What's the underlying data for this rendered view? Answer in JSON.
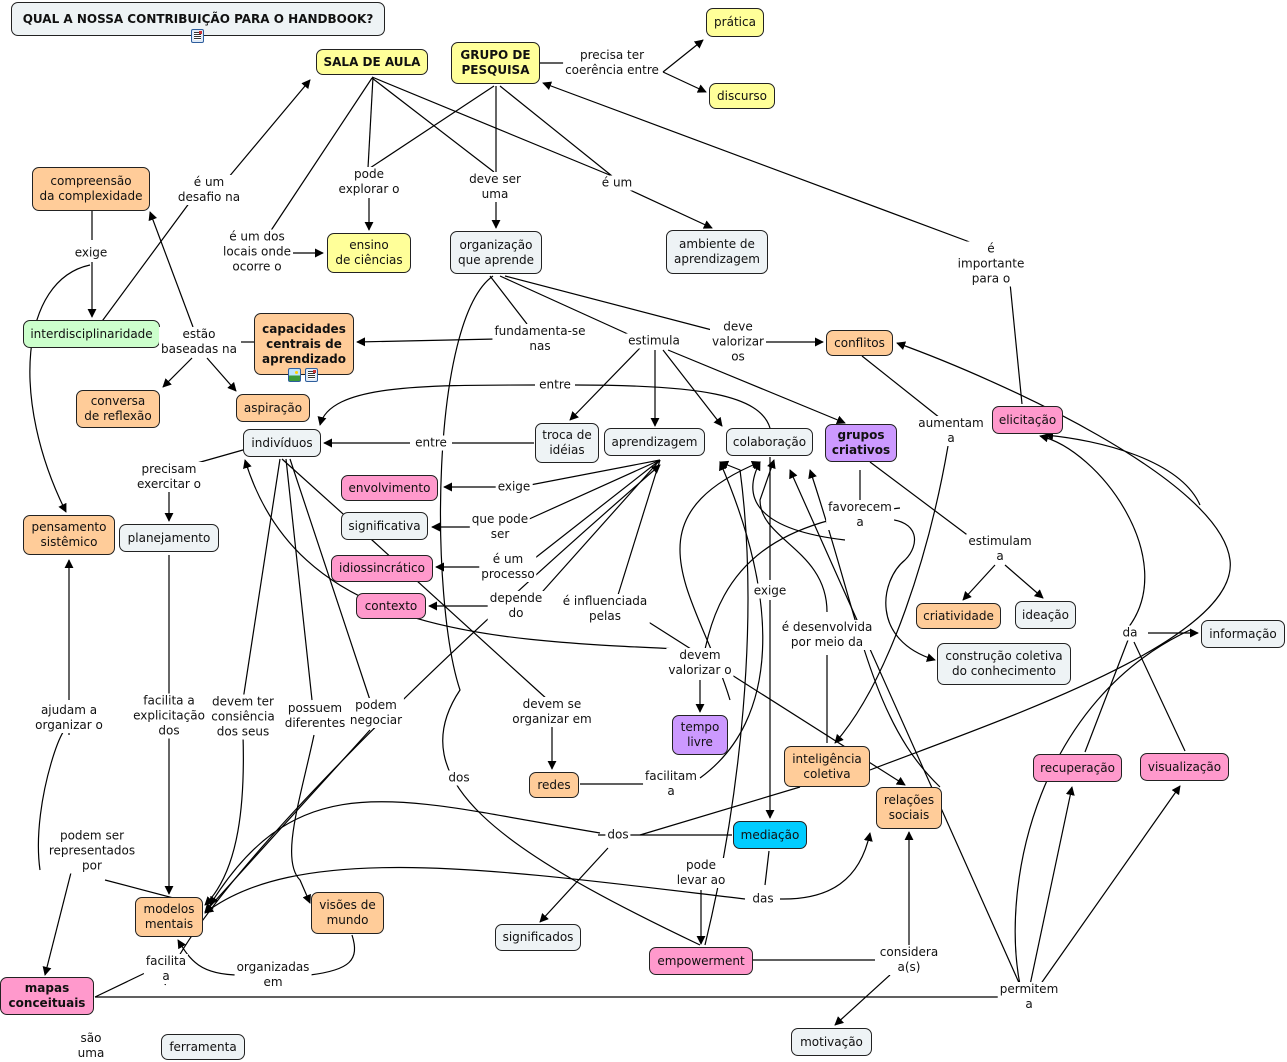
{
  "title": "QUAL A NOSSA CONTRIBUIÇÃO PARA O HANDBOOK?",
  "colors": {
    "yellow": "#ffff99",
    "orange": "#ffcc99",
    "grey": "#eef3f5",
    "green": "#ccffcc",
    "pink": "#ff99cc",
    "purple": "#cc99ff",
    "cyan": "#00ccff",
    "line": "#000000"
  },
  "concepts": {
    "title": "QUAL A NOSSA CONTRIBUIÇÃO PARA O HANDBOOK?",
    "sala_de_aula": "SALA DE AULA",
    "grupo_de_pesquisa": "GRUPO DE\nPESQUISA",
    "pratica": "prática",
    "discurso": "discurso",
    "compreensao": "compreensão\nda complexidade",
    "ensino_ciencias": "ensino\nde ciências",
    "organizacao": "organização\nque aprende",
    "ambiente": "ambiente de\naprendizagem",
    "interdisciplinaridade": "interdisciplinaridade",
    "capacidades": "capacidades\ncentrais de\naprendizado",
    "conflitos": "conflitos",
    "elicitacao": "elicitação",
    "conversa": "conversa\nde reflexão",
    "aspiracao": "aspiração",
    "individuos": "indivíduos",
    "troca": "troca de\nidéias",
    "aprendizagem": "aprendizagem",
    "colaboracao": "colaboração",
    "grupos_criativos": "grupos\ncriativos",
    "envolvimento": "envolvimento",
    "significativa": "significativa",
    "idiossincratico": "idiossincrático",
    "contexto": "contexto",
    "pensamento": "pensamento\nsistêmico",
    "planejamento": "planejamento",
    "criatividade": "criatividade",
    "ideacao": "ideação",
    "informacao": "informação",
    "construcao": "construção coletiva\ndo conhecimento",
    "tempo_livre": "tempo\nlivre",
    "inteligencia": "inteligência\ncoletiva",
    "recuperacao": "recuperação",
    "visualizacao": "visualização",
    "redes": "redes",
    "relacoes": "relações\nsociais",
    "mediacao": "mediação",
    "modelos": "modelos\nmentais",
    "visoes": "visões de\nmundo",
    "significados": "significados",
    "empowerment": "empowerment",
    "mapas": "mapas\nconceituais",
    "ferramenta": "ferramenta",
    "motivacao": "motivação"
  },
  "linking_phrases": {
    "precisa_ter": "precisa ter\ncoerência entre",
    "desafio": "é um\ndesafio na",
    "pode_explorar": "pode\nexplorar o",
    "deve_ser_uma": "deve ser\numa",
    "e_um": "é um",
    "importante": "é\nimportante\npara o",
    "exige1": "exige",
    "um_dos_locais": "é um dos\nlocais onde\nocorre o",
    "estao_baseadas": "estão\nbaseadas na",
    "fundamenta": "fundamenta-se\nnas",
    "estimula": "estimula",
    "deve_valorizar": "deve\nvalorizar\nos",
    "entre1": "entre",
    "entre2": "entre",
    "aumentam": "aumentam\na",
    "precisam_exercitar": "precisam\nexercitar o",
    "exige2": "exige",
    "que_pode_ser": "que pode\nser",
    "um_processo": "é um\nprocesso",
    "depende": "depende\ndo",
    "influenciada": "é influenciada\npelas",
    "favorecem": "favorecem\na",
    "estimulam": "estimulam\na",
    "exige3": "exige",
    "desenvolvida": "é desenvolvida\npor meio da",
    "da": "da",
    "devem_valorizar": "devem\nvalorizar o",
    "ajudam": "ajudam a\norganizar o",
    "facilita_expl": "facilita a\nexplicitação\ndos",
    "consciencia": "devem ter\nconsiência\ndos seus",
    "possuem": "possuem\ndiferentes",
    "negociar": "podem\nnegociar",
    "devem_organizar": "devem se\norganizar em",
    "dos1": "dos",
    "facilitam": "facilitam\na",
    "representados": "podem ser\nrepresentados\npor",
    "dos2": "dos",
    "pode_levar": "pode\nlevar ao",
    "das": "das",
    "facilita_a": "facilita\na",
    "organizadas": "organizadas\nem",
    "considera": "considera\na(s)",
    "permitem": "permitem\na",
    "sao_uma": "são\numa"
  },
  "resource_icons": {
    "title_doc": "document-resource-icon",
    "capacidades_img": "image-resource-icon",
    "capacidades_doc": "document-resource-icon"
  }
}
